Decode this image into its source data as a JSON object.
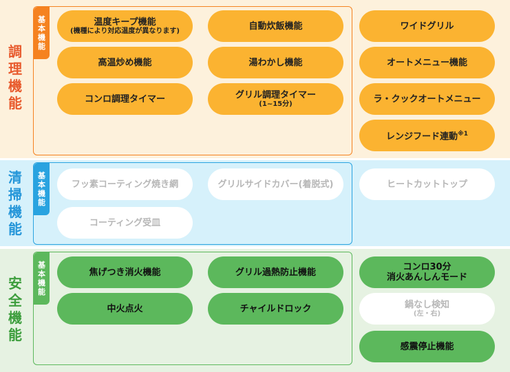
{
  "sections": {
    "cooking": {
      "label": [
        "調",
        "理",
        "機",
        "能"
      ],
      "label_color": "#e85a2d",
      "badge": [
        "基",
        "本",
        "機",
        "能"
      ],
      "accent": "#f58220",
      "items": [
        {
          "label": "温度キープ機能",
          "sub": "(機種により対応温度が異なります)"
        },
        {
          "label": "高温炒め機能"
        },
        {
          "label": "コンロ調理タイマー"
        },
        {
          "label": "自動炊飯機能"
        },
        {
          "label": "湯わかし機能"
        },
        {
          "label": "グリル調理タイマー",
          "sub": "(1~15分)"
        },
        {
          "label": "ワイドグリル"
        },
        {
          "label": "オートメニュー機能"
        },
        {
          "label": "ラ・クックオートメニュー"
        },
        {
          "label": "レンジフード連動",
          "note": "※1"
        }
      ]
    },
    "cleaning": {
      "label": [
        "清",
        "掃",
        "機",
        "能"
      ],
      "label_color": "#2596d9",
      "badge": [
        "基",
        "本",
        "機",
        "能"
      ],
      "accent": "#29a3e0",
      "items": [
        {
          "label": "フッ素コーティング焼き網"
        },
        {
          "label": "コーティング受皿"
        },
        {
          "label": "グリルサイドカバー(着脱式)"
        },
        {
          "label": "ヒートカットトップ"
        }
      ]
    },
    "safety": {
      "label": [
        "安",
        "全",
        "機",
        "能"
      ],
      "label_color": "#3d9e3d",
      "badge": [
        "基",
        "本",
        "機",
        "能"
      ],
      "accent": "#5cb85c",
      "items": [
        {
          "label": "焦げつき消火機能"
        },
        {
          "label": "中火点火"
        },
        {
          "label": "グリル過熱防止機能"
        },
        {
          "label": "チャイルドロック"
        },
        {
          "label": "コンロ30分",
          "sub": "消火あんしんモード"
        },
        {
          "label": "鍋なし検知",
          "sub": "(左・右)"
        },
        {
          "label": "感震停止機能"
        }
      ]
    }
  }
}
